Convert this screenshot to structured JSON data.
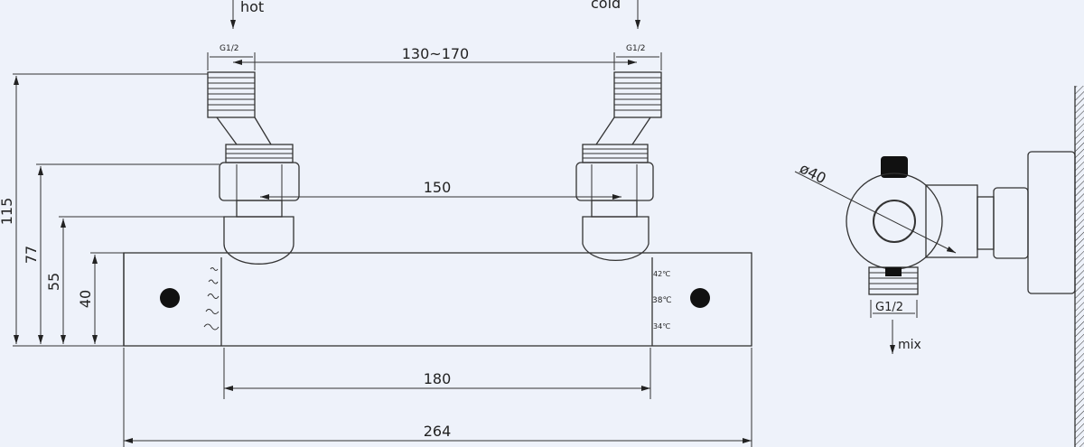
{
  "labels": {
    "hot": "hot",
    "cold": "cold",
    "thread_hot": "G1/2",
    "thread_cold": "G1/2",
    "thread_mix": "G1/2",
    "mix": "mix",
    "diameter": "ø40",
    "temp_high": "42℃",
    "temp_mid": "38℃",
    "temp_low": "34℃"
  },
  "dimensions": {
    "inlet_spacing": "130~170",
    "body_inlet_spacing": "150",
    "control_span": "180",
    "total_length": "264",
    "height_total": "115",
    "height_nut": "77",
    "height_hump": "55",
    "height_body": "40"
  },
  "colors": {
    "background": "#eef2fa",
    "line": "#333333"
  }
}
